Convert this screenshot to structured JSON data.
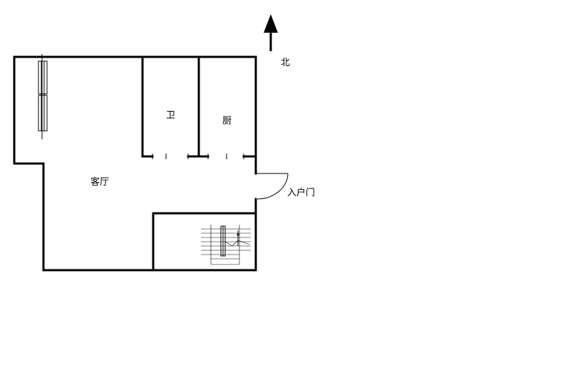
{
  "plan": {
    "compass_label": "北",
    "rooms": {
      "bathroom": "卫",
      "kitchen": "厨",
      "living_room": "客厅",
      "entrance": "入户门"
    }
  }
}
